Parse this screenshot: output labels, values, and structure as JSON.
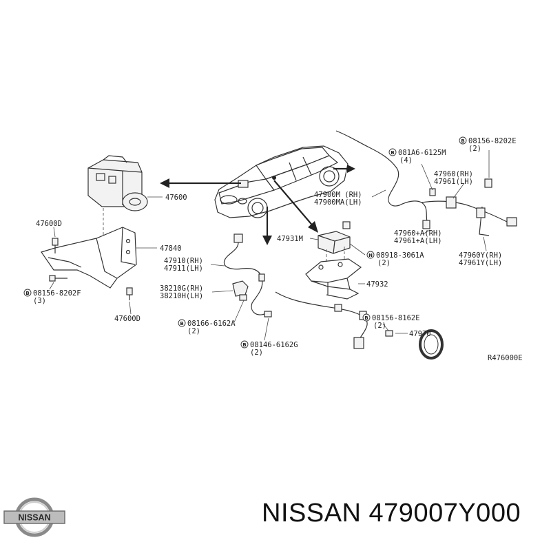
{
  "diagram": {
    "labels": {
      "p47600": "47600",
      "p47600D_top": "47600D",
      "p47840": "47840",
      "b08156_8202F": "08156-8202F",
      "b08156_8202F_qty": "(3)",
      "p47600D_bottom": "47600D",
      "p47910": "47910(RH)",
      "p47911": "47911(LH)",
      "p38210G": "38210G(RH)",
      "p38210H": "38210H(LH)",
      "b08166_6162A": "08166-6162A",
      "b08166_6162A_qty": "(2)",
      "b08146_6162G": "08146-6162G",
      "b08146_6162G_qty": "(2)",
      "p47931M": "47931M",
      "n08918_3061A": "08918-3061A",
      "n08918_3061A_qty": "(2)",
      "p47932": "47932",
      "p47900M": "47900M (RH)",
      "p47900MA": "47900MA(LH)",
      "b081A6_6125M": "081A6-6125M",
      "b081A6_6125M_qty": "(4)",
      "b08156_8202E": "08156-8202E",
      "b08156_8202E_qty": "(2)",
      "p47960": "47960(RH)",
      "p47961": "47961(LH)",
      "p47960A": "47960+A(RH)",
      "p47961A": "47961+A(LH)",
      "p47960Y": "47960Y(RH)",
      "p47961Y": "47961Y(LH)",
      "b08156_8162E": "08156-8162E",
      "b08156_8162E_qty": "(2)",
      "p47970": "47970",
      "ref_code": "R476000E",
      "circle_B": "B",
      "circle_N": "N"
    }
  },
  "footer": {
    "logo_text": "NISSAN",
    "title": "NISSAN 479007Y000"
  }
}
